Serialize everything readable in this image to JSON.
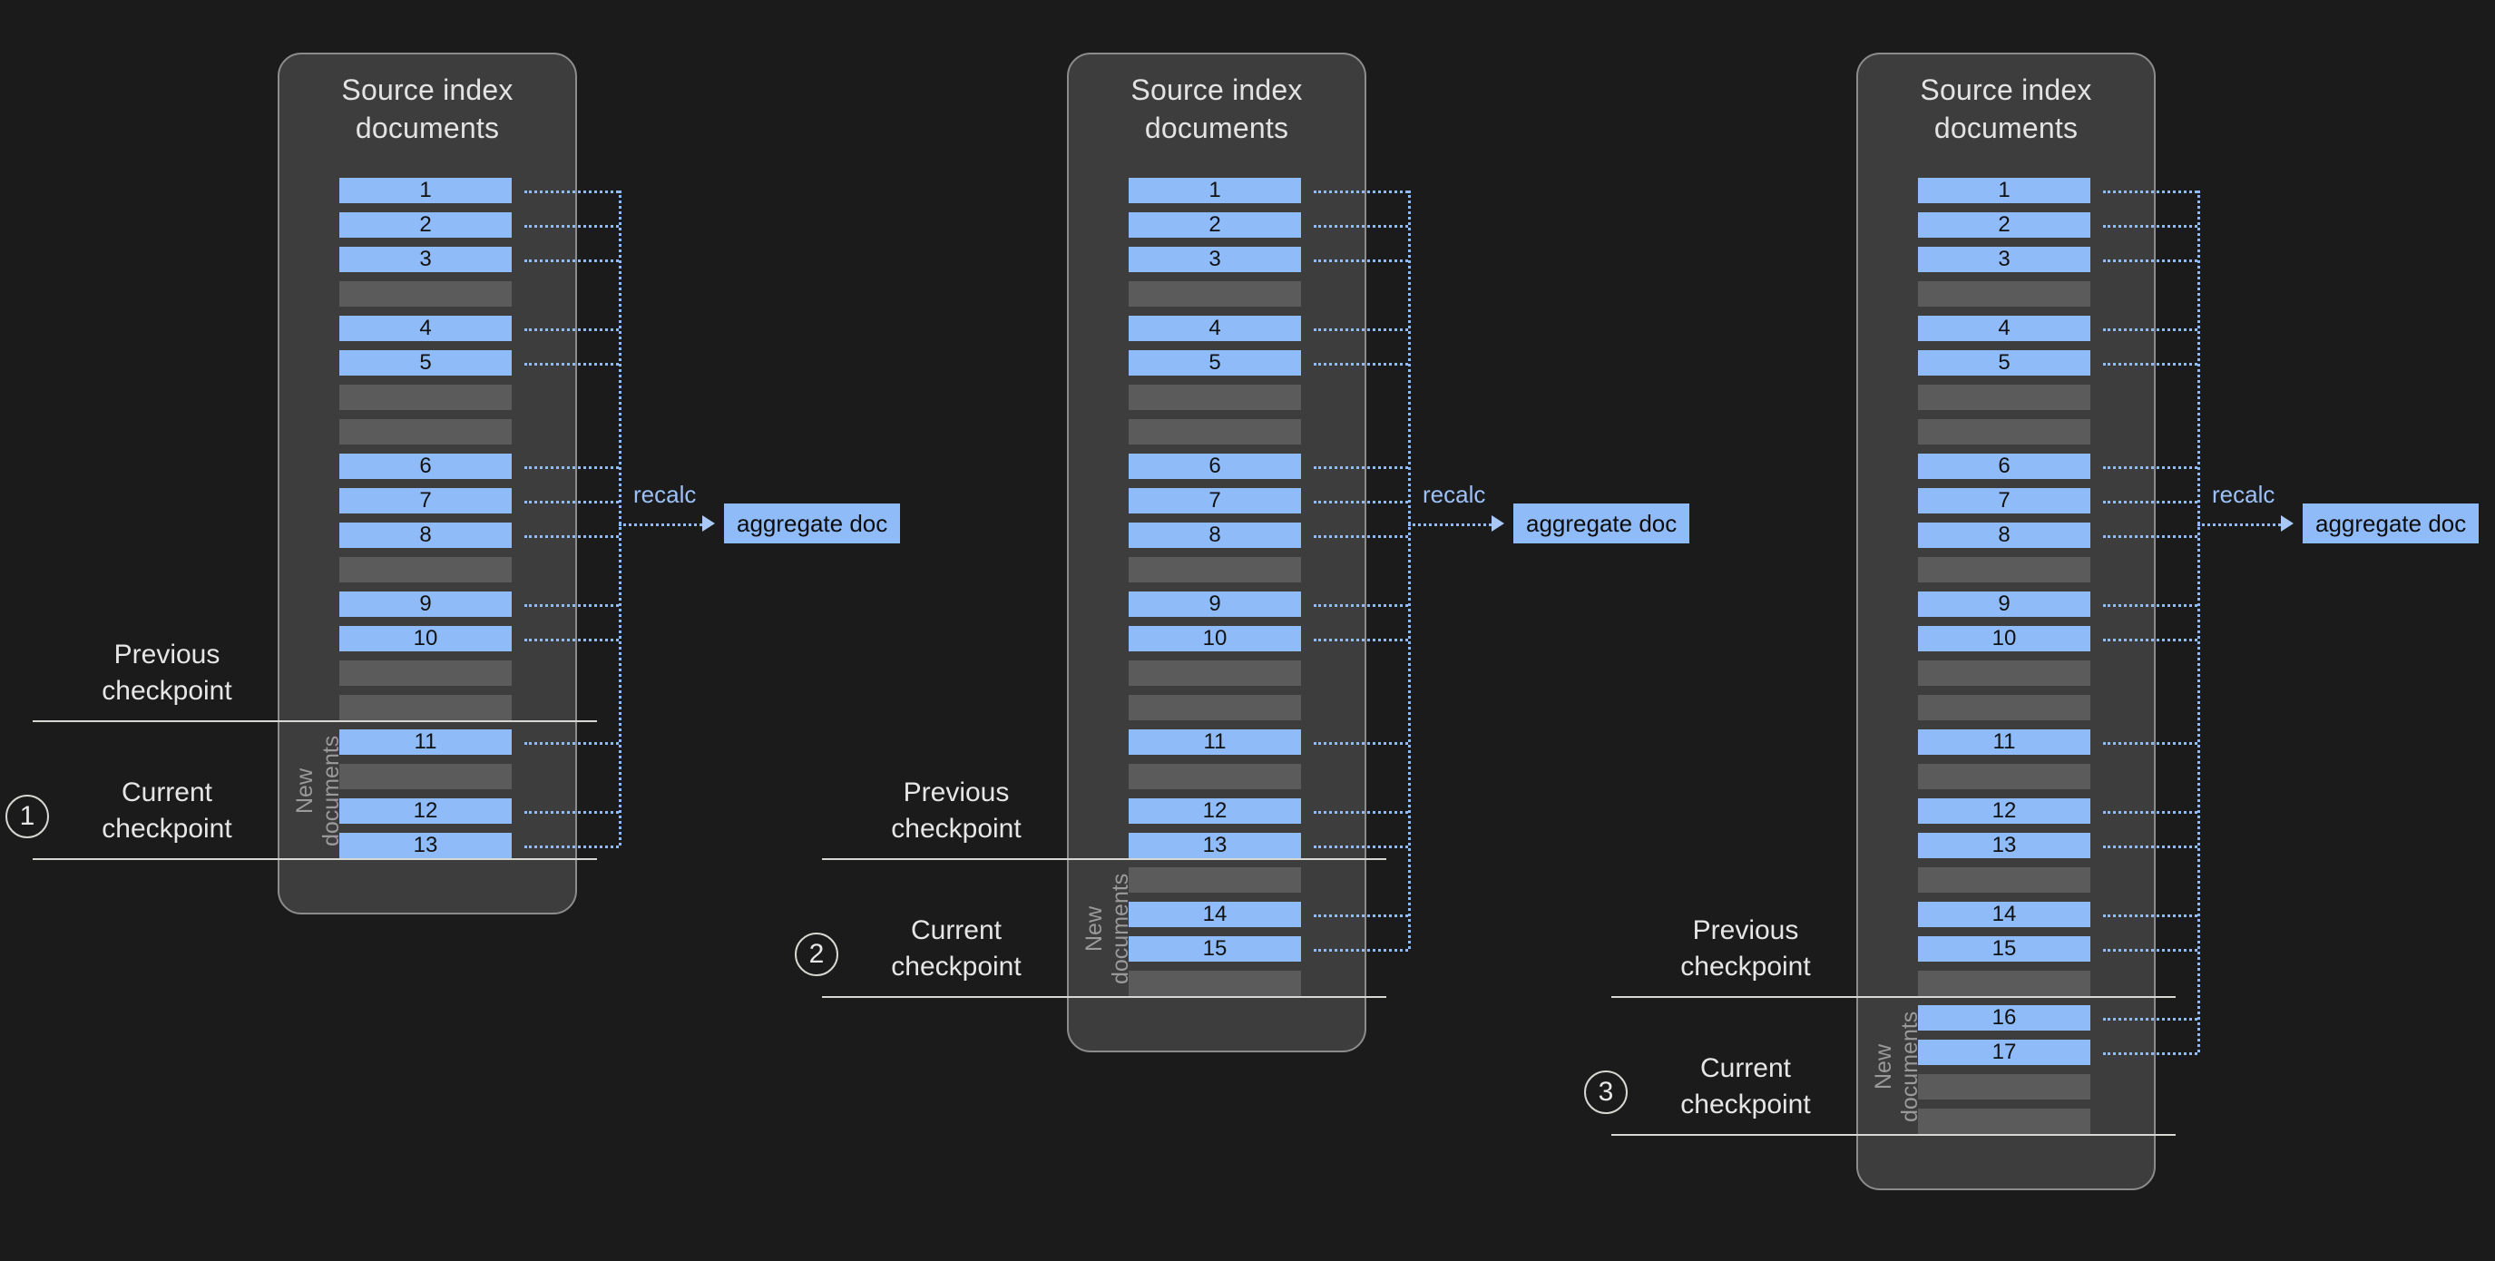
{
  "background_color": "#1b1b1b",
  "colors": {
    "panel_fill": "#3d3d3d",
    "panel_border": "#8c8c8c",
    "doc_blue": "#8fbbf8",
    "doc_gray": "#5b5b5b",
    "connector_blue": "#8fbbf8",
    "rule_white": "#d8d8d2",
    "recalc_text": "#9dc0f6"
  },
  "diagram": {
    "title_text": "Source index\ndocuments",
    "new_documents_label": "New\ndocuments",
    "recalc_label": "recalc",
    "aggregate_doc_label": "aggregate doc",
    "previous_checkpoint_label": "Previous\ncheckpoint",
    "current_checkpoint_label": "Current\ncheckpoint"
  },
  "stages": [
    {
      "index": 1,
      "step_number": "1",
      "title": "Source index\ndocuments",
      "recalc": "recalc",
      "aggregate": "aggregate doc",
      "previous_checkpoint": "Previous\ncheckpoint",
      "current_checkpoint": "Current\ncheckpoint",
      "new_documents": "New\ndocuments",
      "rows": [
        {
          "kind": "blue",
          "label": "1"
        },
        {
          "kind": "blue",
          "label": "2"
        },
        {
          "kind": "blue",
          "label": "3"
        },
        {
          "kind": "gray",
          "label": ""
        },
        {
          "kind": "blue",
          "label": "4"
        },
        {
          "kind": "blue",
          "label": "5"
        },
        {
          "kind": "gray",
          "label": ""
        },
        {
          "kind": "gray",
          "label": ""
        },
        {
          "kind": "blue",
          "label": "6"
        },
        {
          "kind": "blue",
          "label": "7"
        },
        {
          "kind": "blue",
          "label": "8"
        },
        {
          "kind": "gray",
          "label": ""
        },
        {
          "kind": "blue",
          "label": "9"
        },
        {
          "kind": "blue",
          "label": "10"
        },
        {
          "kind": "gray",
          "label": ""
        },
        {
          "kind": "gray",
          "label": ""
        },
        {
          "kind": "blue",
          "label": "11"
        },
        {
          "kind": "gray",
          "label": ""
        },
        {
          "kind": "blue",
          "label": "12"
        },
        {
          "kind": "blue",
          "label": "13"
        }
      ],
      "new_docs_start_row": 16,
      "last_row": 19
    },
    {
      "index": 2,
      "step_number": "2",
      "title": "Source index\ndocuments",
      "recalc": "recalc",
      "aggregate": "aggregate doc",
      "previous_checkpoint": "Previous\ncheckpoint",
      "current_checkpoint": "Current\ncheckpoint",
      "new_documents": "New\ndocuments",
      "rows": [
        {
          "kind": "blue",
          "label": "1"
        },
        {
          "kind": "blue",
          "label": "2"
        },
        {
          "kind": "blue",
          "label": "3"
        },
        {
          "kind": "gray",
          "label": ""
        },
        {
          "kind": "blue",
          "label": "4"
        },
        {
          "kind": "blue",
          "label": "5"
        },
        {
          "kind": "gray",
          "label": ""
        },
        {
          "kind": "gray",
          "label": ""
        },
        {
          "kind": "blue",
          "label": "6"
        },
        {
          "kind": "blue",
          "label": "7"
        },
        {
          "kind": "blue",
          "label": "8"
        },
        {
          "kind": "gray",
          "label": ""
        },
        {
          "kind": "blue",
          "label": "9"
        },
        {
          "kind": "blue",
          "label": "10"
        },
        {
          "kind": "gray",
          "label": ""
        },
        {
          "kind": "gray",
          "label": ""
        },
        {
          "kind": "blue",
          "label": "11"
        },
        {
          "kind": "gray",
          "label": ""
        },
        {
          "kind": "blue",
          "label": "12"
        },
        {
          "kind": "blue",
          "label": "13"
        },
        {
          "kind": "gray",
          "label": ""
        },
        {
          "kind": "blue",
          "label": "14"
        },
        {
          "kind": "blue",
          "label": "15"
        },
        {
          "kind": "gray",
          "label": ""
        }
      ],
      "new_docs_start_row": 20,
      "last_row": 23
    },
    {
      "index": 3,
      "step_number": "3",
      "title": "Source index\ndocuments",
      "recalc": "recalc",
      "aggregate": "aggregate doc",
      "previous_checkpoint": "Previous\ncheckpoint",
      "current_checkpoint": "Current\ncheckpoint",
      "new_documents": "New\ndocuments",
      "rows": [
        {
          "kind": "blue",
          "label": "1"
        },
        {
          "kind": "blue",
          "label": "2"
        },
        {
          "kind": "blue",
          "label": "3"
        },
        {
          "kind": "gray",
          "label": ""
        },
        {
          "kind": "blue",
          "label": "4"
        },
        {
          "kind": "blue",
          "label": "5"
        },
        {
          "kind": "gray",
          "label": ""
        },
        {
          "kind": "gray",
          "label": ""
        },
        {
          "kind": "blue",
          "label": "6"
        },
        {
          "kind": "blue",
          "label": "7"
        },
        {
          "kind": "blue",
          "label": "8"
        },
        {
          "kind": "gray",
          "label": ""
        },
        {
          "kind": "blue",
          "label": "9"
        },
        {
          "kind": "blue",
          "label": "10"
        },
        {
          "kind": "gray",
          "label": ""
        },
        {
          "kind": "gray",
          "label": ""
        },
        {
          "kind": "blue",
          "label": "11"
        },
        {
          "kind": "gray",
          "label": ""
        },
        {
          "kind": "blue",
          "label": "12"
        },
        {
          "kind": "blue",
          "label": "13"
        },
        {
          "kind": "gray",
          "label": ""
        },
        {
          "kind": "blue",
          "label": "14"
        },
        {
          "kind": "blue",
          "label": "15"
        },
        {
          "kind": "gray",
          "label": ""
        },
        {
          "kind": "blue",
          "label": "16"
        },
        {
          "kind": "blue",
          "label": "17"
        },
        {
          "kind": "gray",
          "label": ""
        },
        {
          "kind": "gray",
          "label": ""
        }
      ],
      "new_docs_start_row": 24,
      "last_row": 27
    }
  ]
}
